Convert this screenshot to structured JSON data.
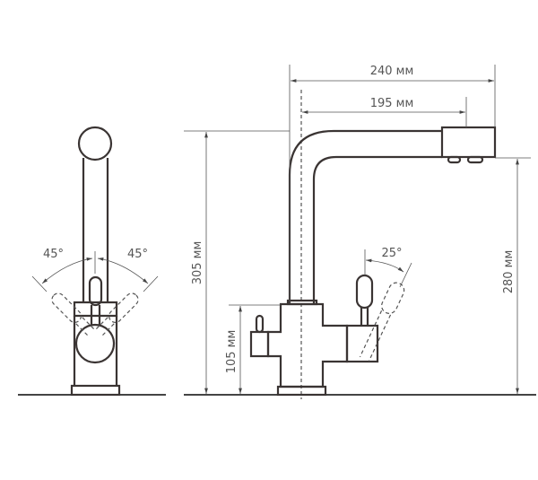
{
  "title": "Faucet dimension drawing",
  "dimensions": {
    "total_length": "240 мм",
    "spout_reach": "195 мм",
    "total_height": "305 мм",
    "spout_height": "280 мм",
    "body_height": "105 мм",
    "front_angle_left": "45°",
    "front_angle_right": "45°",
    "side_lever_angle": "25°"
  },
  "colors": {
    "line": "#3a3433",
    "text": "#555555"
  }
}
